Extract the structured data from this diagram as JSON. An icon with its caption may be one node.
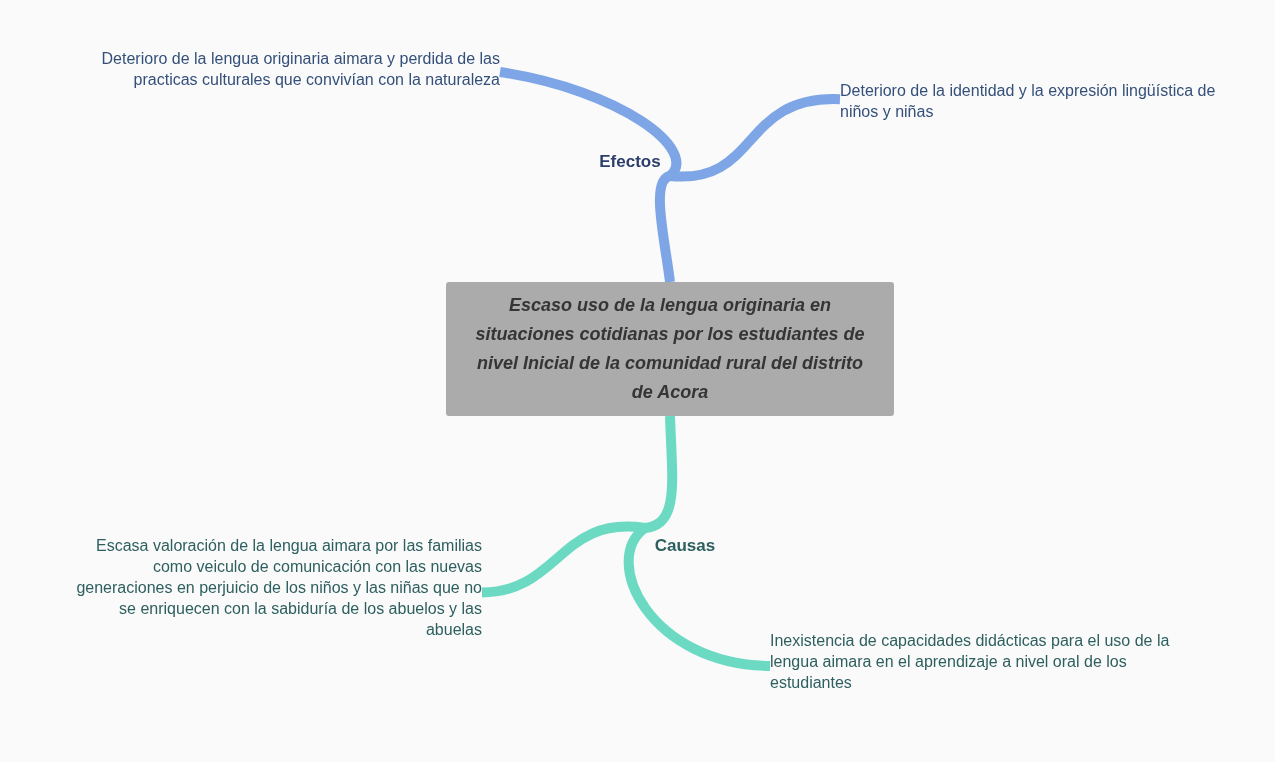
{
  "diagram": {
    "nodes": [
      {
        "text": [
          "Escaso uso de la lengua originaria en situaciones cotidianas por los estudiantes de nivel Inicial de la comunidad rural del distrito de Acora"
        ]
      },
      {
        "text": [
          "Efectos"
        ]
      },
      {
        "text": [
          "Deterioro de la lengua originaria aimara y perdida de las practicas culturales que convivían con la naturaleza"
        ]
      },
      {
        "text": [
          "Deterioro de la identidad y la expresión lingüística de niños y niñas"
        ]
      },
      {
        "text": [
          "Causas"
        ]
      },
      {
        "text": [
          "Escasa valoración de la lengua aimara por las familias como veiculo de comunicación con las nuevas generaciones en perjuicio de los niños y las niñas que no se enriquecen con la sabiduría de los abuelos y las abuelas"
        ]
      },
      {
        "text": [
          "Inexistencia de capacidades didácticas para el uso de la lengua aimara en el aprendizaje a nivel oral de los estudiantes"
        ]
      }
    ],
    "edges": [
      {
        "from": 0,
        "to": 1,
        "arrow": "none",
        "color": "#7ea6e6"
      },
      {
        "from": 1,
        "to": 2,
        "arrow": "none",
        "color": "#7ea6e6"
      },
      {
        "from": 1,
        "to": 3,
        "arrow": "none",
        "color": "#7ea6e6"
      },
      {
        "from": 0,
        "to": 4,
        "arrow": "none",
        "color": "#6cdac3"
      },
      {
        "from": 4,
        "to": 5,
        "arrow": "none",
        "color": "#6cdac3"
      },
      {
        "from": 4,
        "to": 6,
        "arrow": "none",
        "color": "#6cdac3"
      }
    ]
  }
}
